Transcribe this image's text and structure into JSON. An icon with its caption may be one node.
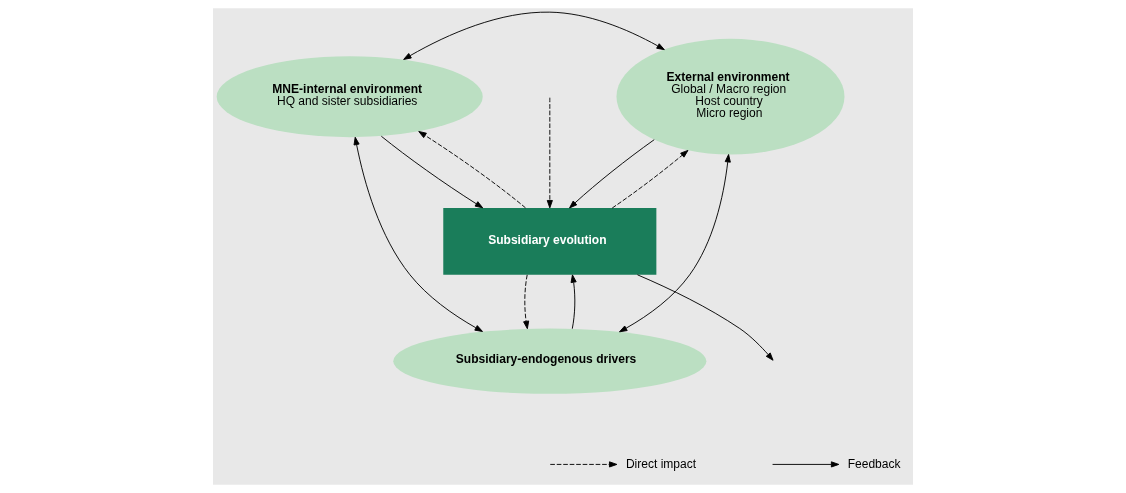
{
  "diagram": {
    "nodes": [
      {
        "text": [
          "MNE-internal environment",
          "HQ and sister subsidiaries"
        ]
      },
      {
        "text": [
          "External environment",
          "Global / Macro region",
          "Host country",
          "Micro region"
        ]
      },
      {
        "text": [
          "Subsidiary evolution"
        ]
      },
      {
        "text": [
          "Subsidiary-endogenous drivers"
        ]
      }
    ],
    "edges": [
      {
        "from": 0,
        "to": 1,
        "arrow": "both"
      },
      {
        "from": 2,
        "to": null,
        "arrow": "to"
      },
      {
        "from": null,
        "to": 2,
        "arrow": "to",
        "style": "dashed"
      },
      {
        "from": 0,
        "to": 2,
        "arrow": "to"
      },
      {
        "from": 2,
        "to": 0,
        "arrow": "to",
        "style": "dashed"
      },
      {
        "from": 2,
        "to": 1,
        "arrow": "to",
        "style": "dashed"
      },
      {
        "from": 1,
        "to": 2,
        "arrow": "to"
      },
      {
        "from": 3,
        "to": 2,
        "arrow": "to"
      },
      {
        "from": 2,
        "to": 3,
        "arrow": "to",
        "style": "dashed"
      },
      {
        "from": 0,
        "to": 3,
        "arrow": "both"
      },
      {
        "from": 1,
        "to": 3,
        "arrow": "both"
      }
    ],
    "legend": [
      {
        "text": "Direct impact"
      },
      {
        "text": "Feedback"
      }
    ]
  }
}
